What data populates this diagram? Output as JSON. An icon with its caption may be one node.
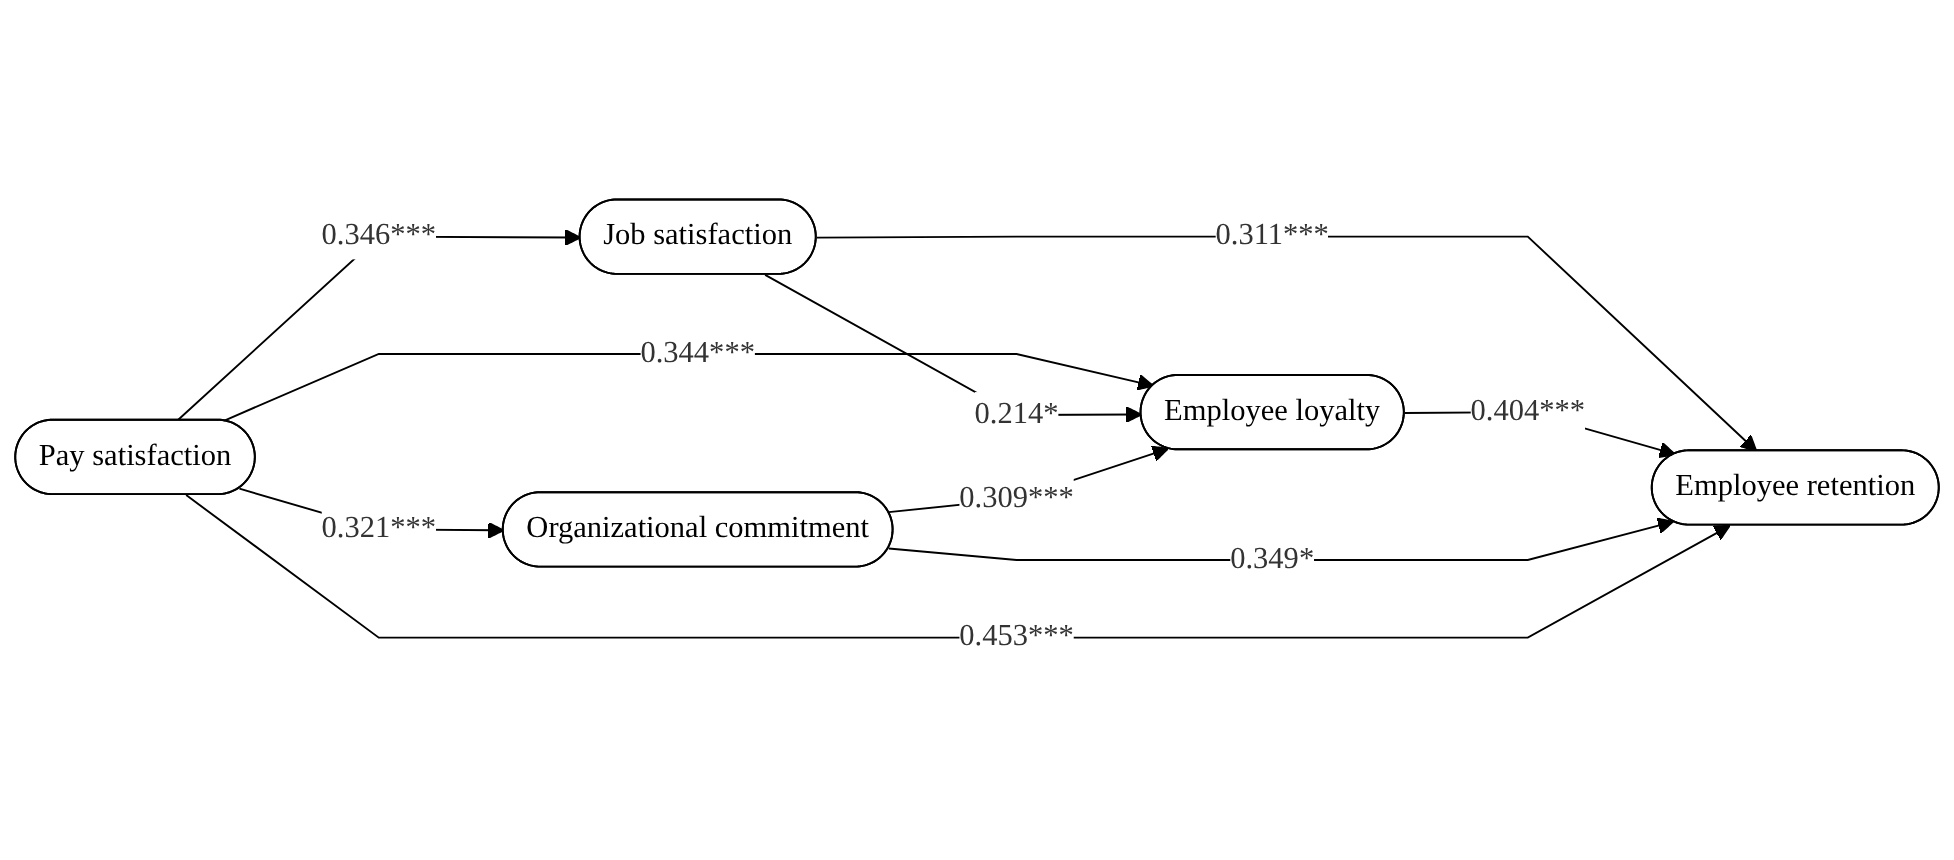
{
  "diagram": {
    "nodes": [
      {
        "text": [
          "Pay satisfaction"
        ]
      },
      {
        "text": [
          "Job satisfaction"
        ]
      },
      {
        "text": [
          "Employee loyalty"
        ]
      },
      {
        "text": [
          "Organizational commitment"
        ]
      },
      {
        "text": [
          "Employee retention"
        ]
      }
    ],
    "edges": [
      {
        "from": 0,
        "to": 1,
        "arrow": "to",
        "label": "0.346***"
      },
      {
        "from": 0,
        "to": 2,
        "arrow": "to",
        "label": "0.344***"
      },
      {
        "from": 0,
        "to": 3,
        "arrow": "to",
        "label": "0.321***"
      },
      {
        "from": 1,
        "to": 2,
        "arrow": "to",
        "label": "0.214*"
      },
      {
        "from": 1,
        "to": 4,
        "arrow": "to",
        "label": "0.311***"
      },
      {
        "from": 2,
        "to": 4,
        "arrow": "to",
        "label": "0.404***"
      },
      {
        "from": 3,
        "to": 2,
        "arrow": "to",
        "label": "0.309***"
      },
      {
        "from": 3,
        "to": 4,
        "arrow": "to",
        "label": "0.349*"
      },
      {
        "from": 0,
        "to": 4,
        "arrow": "to",
        "label": "0.453***"
      }
    ]
  }
}
